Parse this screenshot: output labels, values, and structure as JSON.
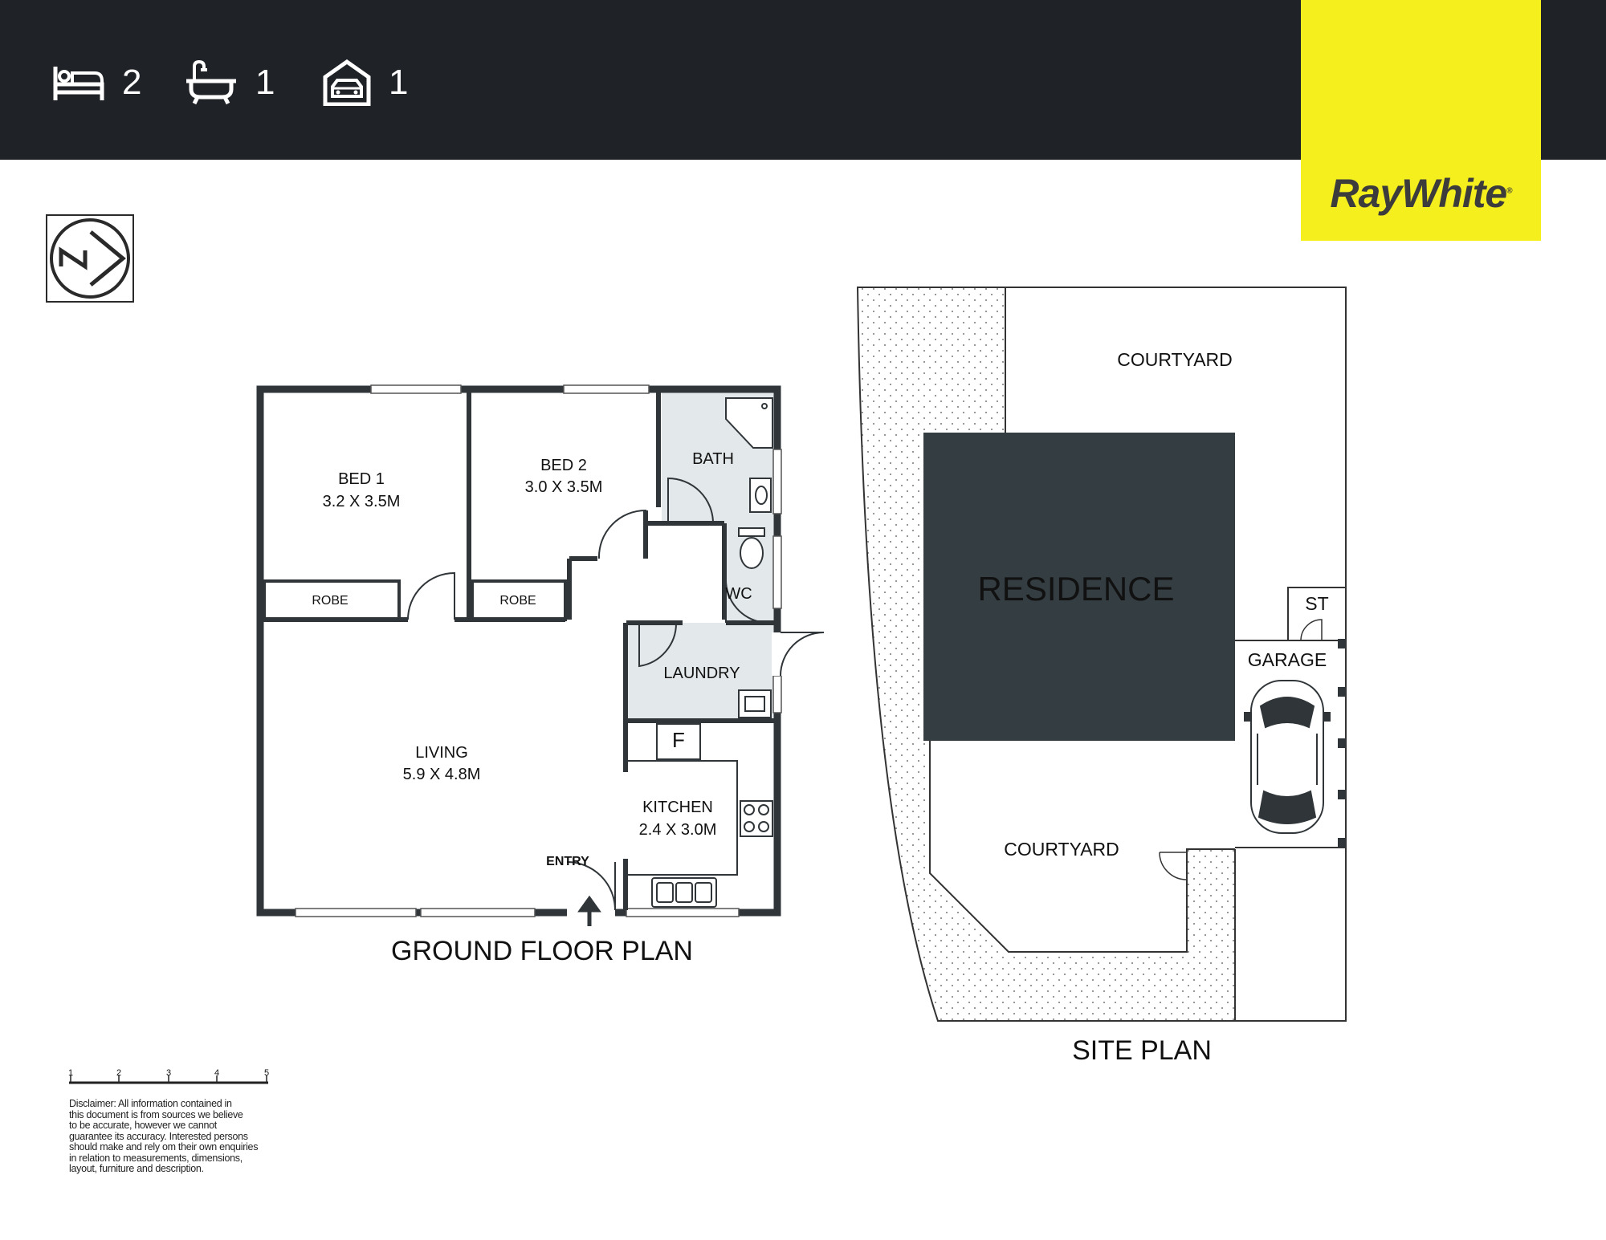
{
  "header": {
    "stats": [
      {
        "icon": "bed-icon",
        "value": "2"
      },
      {
        "icon": "bath-icon",
        "value": "1"
      },
      {
        "icon": "garage-icon",
        "value": "1"
      }
    ],
    "brand": "RayWhite",
    "brand_mark": "®",
    "colors": {
      "header_bg": "#1f2327",
      "brand_yellow": "#f5ef1d",
      "wet_area_fill": "#e3e9eb",
      "residence_fill": "#343d41"
    }
  },
  "north_arrow": {
    "icon": "north-arrow-icon",
    "letter": "N"
  },
  "ground_floor": {
    "title": "GROUND FLOOR PLAN",
    "rooms": {
      "bed1": {
        "name": "BED 1",
        "size": "3.2 X 3.5M"
      },
      "bed2": {
        "name": "BED 2",
        "size": "3.0 X 3.5M"
      },
      "bath": {
        "name": "BATH"
      },
      "wc": {
        "name": "WC"
      },
      "robe1": {
        "name": "ROBE"
      },
      "robe2": {
        "name": "ROBE"
      },
      "laundry": {
        "name": "LAUNDRY"
      },
      "fridge": {
        "name": "F"
      },
      "living": {
        "name": "LIVING",
        "size": "5.9 X 4.8M"
      },
      "kitchen": {
        "name": "KITCHEN",
        "size": "2.4 X 3.0M"
      },
      "entry": {
        "name": "ENTRY"
      }
    }
  },
  "site_plan": {
    "title": "SITE PLAN",
    "courtyard_top": "COURTYARD",
    "courtyard_bottom": "COURTYARD",
    "residence": "RESIDENCE",
    "store": "ST",
    "garage": "GARAGE"
  },
  "scale_bar": {
    "ticks": [
      "1",
      "2",
      "3",
      "4",
      "5"
    ]
  },
  "disclaimer": [
    "Disclaimer: All information contained in",
    "this document is from sources we believe",
    "to be accurate, however we cannot",
    "guarantee its accuracy. Interested persons",
    "should make and rely om their own enquiries",
    "in relation to measurements, dimensions,",
    "layout, furniture and description."
  ]
}
